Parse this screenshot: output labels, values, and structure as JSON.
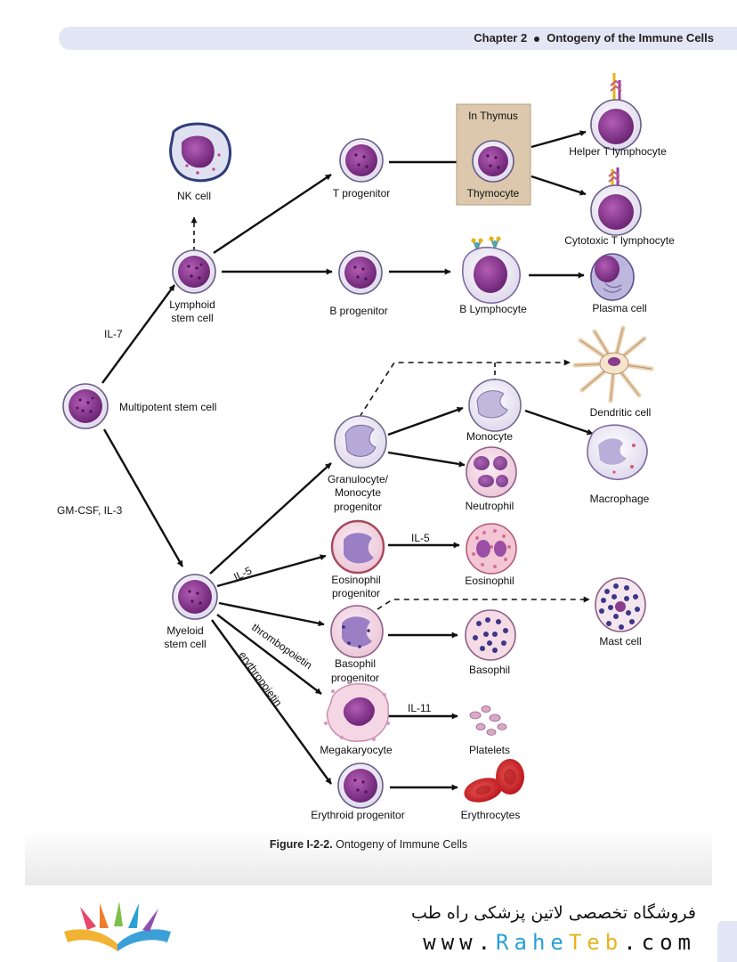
{
  "header": {
    "chapter": "Chapter 2",
    "title": "Ontogeny of the Immune Cells"
  },
  "labels": {
    "nk_cell": "NK cell",
    "lymphoid_1": "Lymphoid",
    "lymphoid_2": "stem cell",
    "t_progenitor": "T progenitor",
    "in_thymus": "In Thymus",
    "thymocyte": "Thymocyte",
    "helper_t": "Helper T lymphocyte",
    "cytotoxic_t": "Cytotoxic T lymphocyte",
    "b_progenitor": "B progenitor",
    "b_lymphocyte": "B Lymphocyte",
    "plasma_cell": "Plasma cell",
    "multipotent": "Multipotent stem cell",
    "il7": "IL-7",
    "gmcsf": "GM-CSF, IL-3",
    "dendritic": "Dendritic cell",
    "monocyte": "Monocyte",
    "macrophage": "Macrophage",
    "gm_1": "Granulocyte/",
    "gm_2": "Monocyte",
    "gm_3": "progenitor",
    "neutrophil": "Neutrophil",
    "il5_top": "IL-5",
    "eos_1": "Eosinophil",
    "eos_2": "progenitor",
    "eosinophil": "Eosinophil",
    "il5_arrow": "IL-5",
    "myeloid_1": "Myeloid",
    "myeloid_2": "stem cell",
    "thrombopoietin": "thrombopoietin",
    "erythropoietin": "erythropoietin",
    "baso_1": "Basophil",
    "baso_2": "progenitor",
    "basophil": "Basophil",
    "mast_cell": "Mast cell",
    "il11": "IL-11",
    "megakaryocyte": "Megakaryocyte",
    "platelets": "Platelets",
    "erythroid": "Erythroid progenitor",
    "erythrocytes": "Erythrocytes"
  },
  "caption": {
    "label": "Figure I-2-2.",
    "text": " Ontogeny of Immune Cells"
  },
  "watermark": {
    "store_name": "فروشگاه تخصصی لاتین پزشکی  راه طب",
    "url_pre": "www.",
    "url_r": "Rahe",
    "url_t": "Teb",
    "url_post": ".com"
  },
  "colors": {
    "cell_purple": "#7c2f86",
    "thymus_box": "#dcc8ad",
    "header_band": "#e3e6f4",
    "rbc_red": "#c8151b"
  }
}
